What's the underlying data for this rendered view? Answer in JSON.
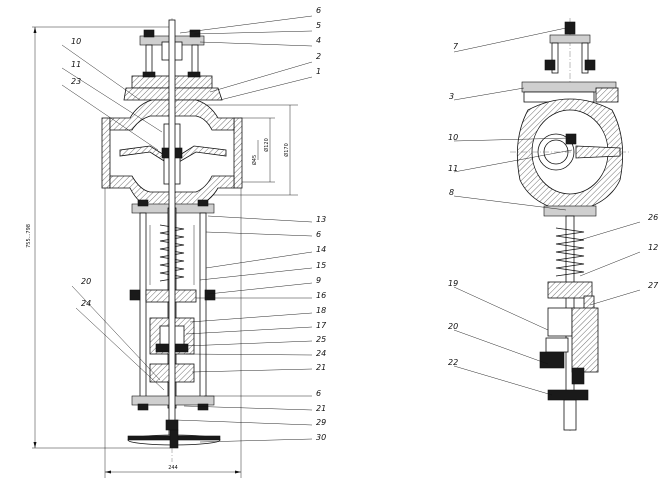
{
  "left_view": {
    "dimensions": {
      "overall_height": "755...798",
      "width": "244",
      "d120": "Ø120",
      "d170": "Ø170",
      "d45": "Ø45"
    },
    "callouts_right": [
      "6",
      "5",
      "4",
      "2",
      "1",
      "13",
      "6",
      "14",
      "15",
      "9",
      "16",
      "18",
      "17",
      "25",
      "24",
      "21",
      "6",
      "21",
      "29",
      "30"
    ],
    "callouts_left": [
      "10",
      "11",
      "23",
      "20",
      "24"
    ]
  },
  "right_view": {
    "callouts_left": [
      "7",
      "3",
      "10",
      "11",
      "8",
      "19",
      "20",
      "22"
    ],
    "callouts_right": [
      "26",
      "12",
      "27"
    ]
  }
}
